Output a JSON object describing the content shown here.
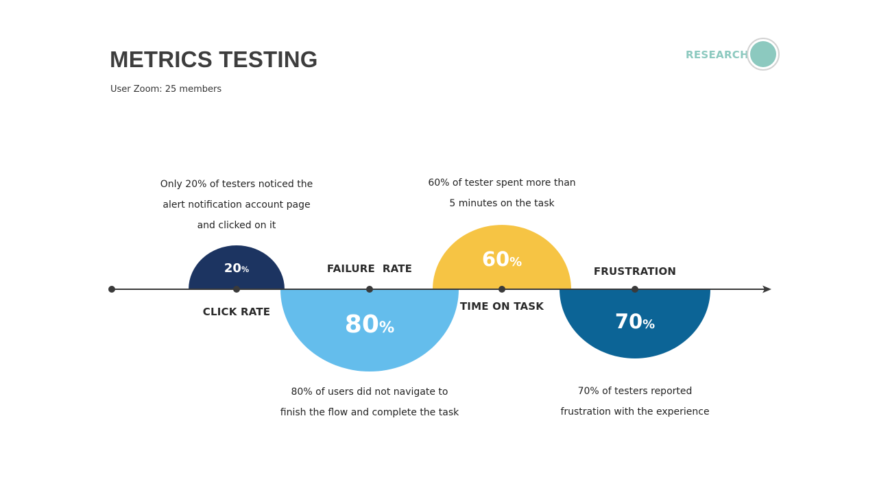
{
  "header": {
    "title": "METRICS TESTING",
    "subtitle": "User Zoom: 25 members",
    "section_label": "RESEARCH"
  },
  "colors": {
    "click_rate": "#1c3461",
    "failure_rate": "#64bdec",
    "time_on_task": "#f6c444",
    "frustration": "#0c6496",
    "accent": "#8cc9bf",
    "axis": "#3a3a3a"
  },
  "metrics": [
    {
      "label": "CLICK RATE",
      "value": "20",
      "unit": "%",
      "description_lines": [
        "Only 20% of testers noticed the",
        "alert notification account page",
        "and clicked on it"
      ]
    },
    {
      "label": "FAILURE  RATE",
      "value": "80",
      "unit": "%",
      "description_lines": [
        "80% of users did not navigate to",
        "finish the flow and complete the task"
      ]
    },
    {
      "label": "TIME ON TASK",
      "value": "60",
      "unit": "%",
      "description_lines": [
        "60% of tester spent more than",
        "5 minutes on the task"
      ]
    },
    {
      "label": "FRUSTRATION",
      "value": "70",
      "unit": "%",
      "description_lines": [
        "70% of testers reported",
        "frustration with the experience"
      ]
    }
  ]
}
